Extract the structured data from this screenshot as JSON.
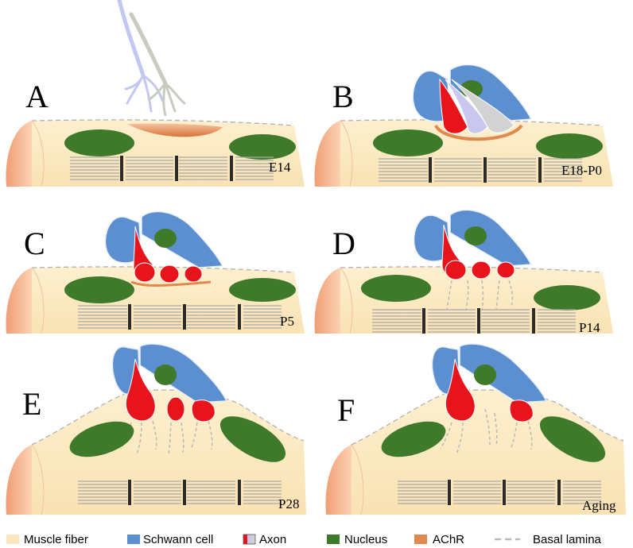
{
  "figure": {
    "panels": [
      {
        "letter": "A",
        "stage": "E14"
      },
      {
        "letter": "B",
        "stage": "E18-P0"
      },
      {
        "letter": "C",
        "stage": "P5"
      },
      {
        "letter": "D",
        "stage": "P14"
      },
      {
        "letter": "E",
        "stage": "P28"
      },
      {
        "letter": "F",
        "stage": "Aging"
      }
    ],
    "legend": [
      {
        "label": "Muscle fiber",
        "icon": "muscle-fiber-swatch",
        "color": "#fbe8c0"
      },
      {
        "label": "Schwann cell",
        "icon": "schwann-cell-swatch",
        "color": "#5b8fcf"
      },
      {
        "label": "Axon",
        "icon": "axon-swatch",
        "color": "#e8141c"
      },
      {
        "label": "Nucleus",
        "icon": "nucleus-swatch",
        "color": "#3f7a2b"
      },
      {
        "label": "AChR",
        "icon": "achr-swatch",
        "color": "#e0894e"
      },
      {
        "label": "Basal lamina",
        "icon": "basal-lamina-swatch",
        "color": "#b8b8b8"
      }
    ]
  }
}
